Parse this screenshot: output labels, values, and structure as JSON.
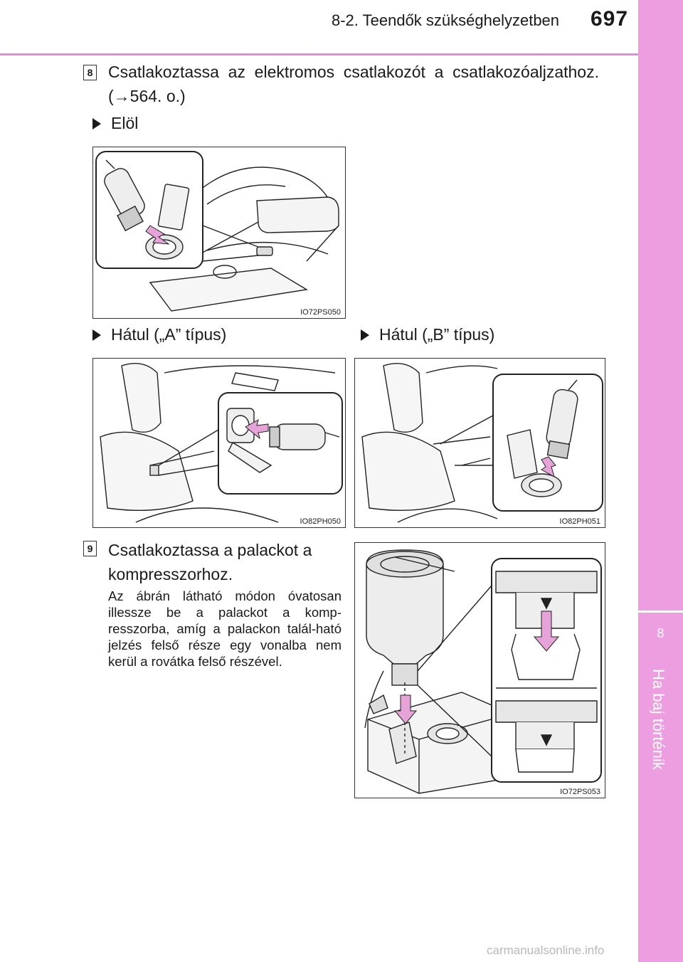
{
  "header": {
    "section_title": "8-2. Teendők szükséghelyzetben",
    "page_number": "697"
  },
  "side_tab": {
    "chapter_number": "8",
    "chapter_title": "Ha baj történik"
  },
  "step8": {
    "number": "8",
    "text": "Csatlakoztassa az elektromos csatlakozót a csatlakozóaljzathoz. (→564. o.)",
    "front_label": "Elöl",
    "rear_a_label": "Hátul („A” típus)",
    "rear_b_label": "Hátul („B” típus)",
    "fig_front_code": "IO72PS050",
    "fig_rear_a_code": "IO82PH050",
    "fig_rear_b_code": "IO82PH051"
  },
  "step9": {
    "number": "9",
    "title": "Csatlakoztassa a palackot a kompresszorhoz.",
    "body": "Az ábrán látható módon óvatosan illessze be a palackot a komp-resszorba, amíg a palackon talál-ható jelzés felső része egy vonalba nem kerül a rovátka felső részével.",
    "fig_code": "IO72PS053"
  },
  "watermark": "carmanualsonline.info",
  "colors": {
    "accent_pink": "#ec9ee0",
    "header_line": "#e48bd3",
    "arrow_pink": "#e6a3d8"
  }
}
